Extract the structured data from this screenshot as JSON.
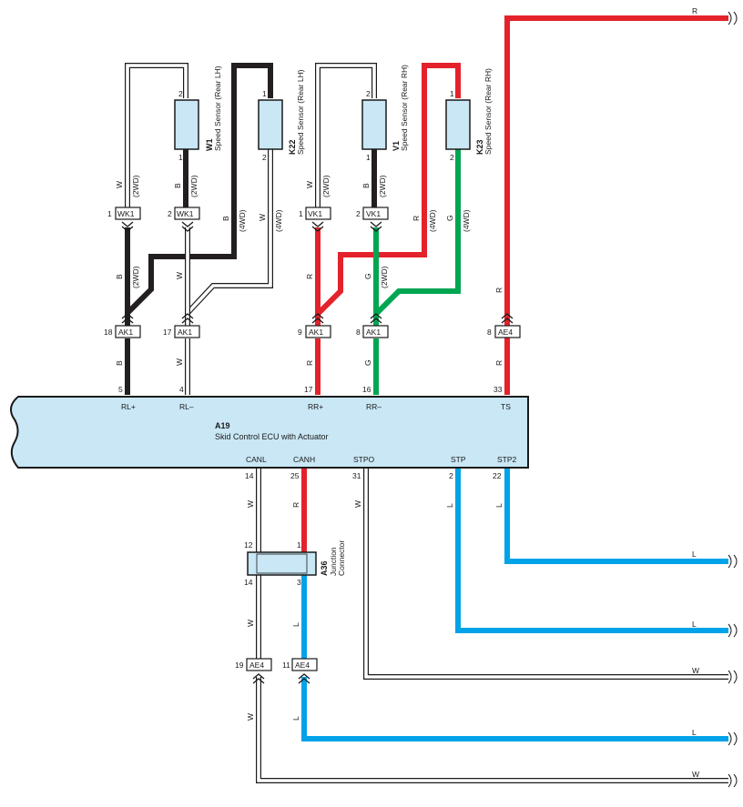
{
  "colors": {
    "black": "#231f20",
    "white_wire": "#ffffff",
    "red": "#e3222b",
    "green": "#00a651",
    "blue": "#00a3e8",
    "component_fill": "#c9e7f5"
  },
  "ecu": {
    "code": "A19",
    "name": "Skid Control ECU with Actuator",
    "top_pins": [
      {
        "num": "5",
        "label": "RL+"
      },
      {
        "num": "4",
        "label": "RL–"
      },
      {
        "num": "17",
        "label": "RR+"
      },
      {
        "num": "16",
        "label": "RR–"
      },
      {
        "num": "33",
        "label": "TS"
      }
    ],
    "bottom_pins": [
      {
        "num": "14",
        "label": "CANL"
      },
      {
        "num": "25",
        "label": "CANH"
      },
      {
        "num": "31",
        "label": "STPO"
      },
      {
        "num": "2",
        "label": "STP"
      },
      {
        "num": "22",
        "label": "STP2"
      }
    ]
  },
  "sensors": [
    {
      "code": "W1",
      "name": "Speed Sensor (Rear LH)",
      "pin_top": "2",
      "pin_bottom": "1"
    },
    {
      "code": "K22",
      "name": "Speed Sensor (Rear LH)",
      "pin_top": "1",
      "pin_bottom": "2"
    },
    {
      "code": "V1",
      "name": "Speed Sensor (Rear RH)",
      "pin_top": "2",
      "pin_bottom": "1"
    },
    {
      "code": "K23",
      "name": "Speed Sensor (Rear RH)",
      "pin_top": "1",
      "pin_bottom": "2"
    }
  ],
  "junction": {
    "code": "A36",
    "name1": "Junction",
    "name2": "Connector",
    "pins": [
      "12",
      "1",
      "14",
      "3"
    ]
  },
  "connectors": {
    "wk1": {
      "name": "WK1",
      "pins": [
        "1",
        "2"
      ]
    },
    "vk1": {
      "name": "VK1",
      "pins": [
        "1",
        "2"
      ]
    },
    "ak1": {
      "name": "AK1",
      "pins": [
        "18",
        "17",
        "9",
        "8"
      ]
    },
    "ae4": {
      "name": "AE4",
      "pins": [
        "8",
        "19",
        "11"
      ]
    }
  },
  "wire_labels": {
    "W": "W",
    "B": "B",
    "R": "R",
    "G": "G",
    "L": "L",
    "twowd": "(2WD)",
    "fourwd": "(4WD)"
  }
}
